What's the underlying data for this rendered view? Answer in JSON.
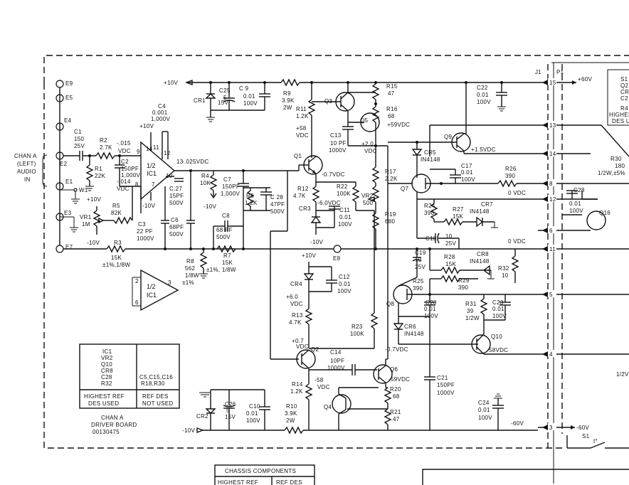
{
  "board": {
    "title_line1": "CHAN A",
    "title_line2": "DRIVER BOARD",
    "part_number": "00130475"
  },
  "input": {
    "label_line1": "CHAN A",
    "label_line2": "(LEFT)",
    "label_line3": "AUDIO",
    "label_line4": "IN"
  },
  "terminals": {
    "e9": "E9",
    "e5": "E5",
    "e4": "E4",
    "e2": "E2",
    "e1": "E1",
    "w1": "W1",
    "e3": "E3",
    "e7": "E7",
    "e8": "E8"
  },
  "connector": {
    "j1": "J1",
    "p1": "P1",
    "pins": [
      "15",
      "13",
      "14",
      "8",
      "12",
      "6",
      "11",
      "5",
      "4",
      "3"
    ],
    "plus60": "+60V",
    "minus60": "-60V",
    "s1": "S1",
    "t0": "t°"
  },
  "rails": {
    "plus10_top": "+10V",
    "plus10_ic": "+10V",
    "plus10_vr1": "+10V",
    "minus10_ic": "-10V",
    "minus10_vr1": "-10V",
    "minus10_c7": "-10V",
    "minus10_bottom": "-10V",
    "plus10_cr4": "+10V",
    "minus10_cr3": "-10V"
  },
  "ic": {
    "ic1a_line1": "1/2",
    "ic1a_line2": "IC1",
    "ic1b_line1": "1/2",
    "ic1b_line2": "IC1",
    "pins": {
      "p14": "14",
      "p11": "11",
      "p12": "12",
      "p10": "10",
      "p8": "8",
      "p9": "9",
      "p7": "7",
      "p13": "13",
      "p2": "2",
      "p3": "3",
      "p6": "6"
    }
  },
  "components": {
    "c1": [
      "C1",
      "150",
      "25V"
    ],
    "r2": [
      "R2",
      "2.7K"
    ],
    "r1": [
      "R1",
      "22K"
    ],
    "c2": [
      "C2",
      "150PF",
      "1,000V"
    ],
    "r5": [
      "R5",
      "82K"
    ],
    "vr1": [
      "VR1",
      "1M"
    ],
    "r3": [
      "R3",
      "15K",
      "±1%,1/8W"
    ],
    "c4": [
      "C4",
      "0.001",
      "1,000V"
    ],
    "c3": [
      "C3",
      "22 PF",
      "1000V"
    ],
    "c27": [
      "C.27",
      "15PF",
      "500V"
    ],
    "c6": [
      "C6",
      "68PF",
      "500V"
    ],
    "r8": [
      "R8",
      "562",
      "1/8W",
      "±1%"
    ],
    "r4": [
      "R4",
      "10K"
    ],
    "c7": [
      "C7",
      "150PF",
      "1,000V"
    ],
    "r6": [
      "R6",
      "1.2K"
    ],
    "c28a": [
      "C 28",
      "47PF",
      "500V"
    ],
    "c8": [
      "C8",
      "68 PF",
      "500V"
    ],
    "r7": [
      "R7",
      "15K",
      "±1%, 1/8W"
    ],
    "cr1": [
      "CR1"
    ],
    "c25": [
      "C25",
      "5",
      "15V"
    ],
    "c9": [
      "C 9",
      "0.01",
      "100V"
    ],
    "r9": [
      "R9",
      "3.9K",
      "2W"
    ],
    "r11": [
      "R11",
      "1.2K"
    ],
    "q3": [
      "Q3"
    ],
    "r15": [
      "R15",
      "47"
    ],
    "r16": [
      "R16",
      "68"
    ],
    "q5": [
      "Q5"
    ],
    "c13": [
      "C13",
      "10 PF",
      "1000V"
    ],
    "c22": [
      "C22",
      "0.01",
      "100V"
    ],
    "q9": [
      "Q9"
    ],
    "cr5": [
      "CR5",
      "IN4148"
    ],
    "q1": [
      "Q1"
    ],
    "r17": [
      "R17",
      "2.2K"
    ],
    "q7": [
      "Q7"
    ],
    "c17": [
      "C17",
      "0.01",
      "100V"
    ],
    "r26": [
      "R26",
      "390"
    ],
    "r12": [
      "R12",
      "4.7K"
    ],
    "r22": [
      "R22",
      "100K"
    ],
    "vr2": [
      "VR2",
      "500"
    ],
    "r24": [
      "R24",
      "390"
    ],
    "r27": [
      "R27",
      "15K"
    ],
    "cr7": [
      "CR7",
      "IN4148"
    ],
    "cr3": [
      "CR3"
    ],
    "c11": [
      "C11",
      "0.01",
      "100V"
    ],
    "r19": [
      "R19",
      "680"
    ],
    "c18": [
      "C18",
      "10",
      "25V"
    ],
    "c19": [
      "C19",
      "10",
      "25V"
    ],
    "r28": [
      "R28",
      "15K"
    ],
    "cr8": [
      "CR8",
      "IN4148"
    ],
    "r32": [
      "R32",
      "10"
    ],
    "cr4": [
      "CR4"
    ],
    "c12": [
      "C12",
      "0.01",
      "100V"
    ],
    "r25": [
      "R25",
      "390"
    ],
    "r29": [
      "R29",
      "390"
    ],
    "q8": [
      "Q8"
    ],
    "c20": [
      "C20",
      "0.01",
      "100V"
    ],
    "r31": [
      "R31",
      "39",
      "1/2W"
    ],
    "c23": [
      "C23",
      "0.01",
      "100V"
    ],
    "r13": [
      "R13",
      "4.7K"
    ],
    "r23": [
      "R23",
      "100K"
    ],
    "cr6": [
      "CR6",
      "IN4148"
    ],
    "q10": [
      "Q10"
    ],
    "q2": [
      "Q2"
    ],
    "c14": [
      "C14",
      "10PF",
      "1000V"
    ],
    "q6": [
      "Q6"
    ],
    "c21": [
      "C21",
      "150PF",
      "1000V"
    ],
    "r14": [
      "R14",
      "1.2K"
    ],
    "r20": [
      "R20",
      "68"
    ],
    "q4": [
      "Q4"
    ],
    "c24": [
      "C24",
      "0.01",
      "100V"
    ],
    "r21": [
      "R21",
      "47"
    ],
    "cr2": [
      "CR2"
    ],
    "c26": [
      "C26",
      "5",
      "15V"
    ],
    "c10": [
      "C10",
      "0.01",
      "100V"
    ],
    "r10": [
      "R10",
      "3.9K",
      "2W"
    ],
    "r30": [
      "R30",
      "180",
      "1/2W,±5%"
    ],
    "c28b": [
      "C28",
      "0.01",
      "100V"
    ],
    "q16": [
      "Q16"
    ]
  },
  "voltages": {
    "v015": "-.015",
    "vdc1": "VDC",
    "v014": "-.014",
    "vdc2": "VDC",
    "v025": "-.025VDC",
    "v58": "+58",
    "vdc3": "VDC",
    "v59a": "+59VDC",
    "v20": "+2.0",
    "vdc4": "VDC",
    "v15": "+1.5VDC",
    "v07a": "-0.7VDC",
    "v60": "-6.0VDC",
    "v0a": "0 VDC",
    "v0b": "0 VDC",
    "v60b": "+6.0",
    "vdc5": "VDC",
    "v07b": "+0.7",
    "vdc6": "VDC",
    "v07c": "-0.7VDC",
    "v58b": "-58VDC",
    "v58c": "-58",
    "vdc7": "VDC",
    "v59b": "-59VDC",
    "vneg60": "-60V"
  },
  "legend": {
    "used_items": [
      "IC1",
      "VR2",
      "Q10",
      "CR8",
      "C28",
      "R32"
    ],
    "not_used_items": [
      "C5,C15,C16",
      "R18,R30"
    ],
    "col1_h1": "HIGHEST REF",
    "col1_h2": "DES USED",
    "col2_h1": "REF DES",
    "col2_h2": "NOT USED"
  },
  "chassis": {
    "title": "CHASSIS COMPONENTS",
    "col1": "HIGHEST REF",
    "col2": "REF DES"
  },
  "right_partial": {
    "s1": "S1",
    "q2": "Q2",
    "cr": "CR",
    "c2": "C2",
    "r4": "R4",
    "highest": "HIGHES",
    "desu": "DES U",
    "half2w": "1/2V"
  }
}
